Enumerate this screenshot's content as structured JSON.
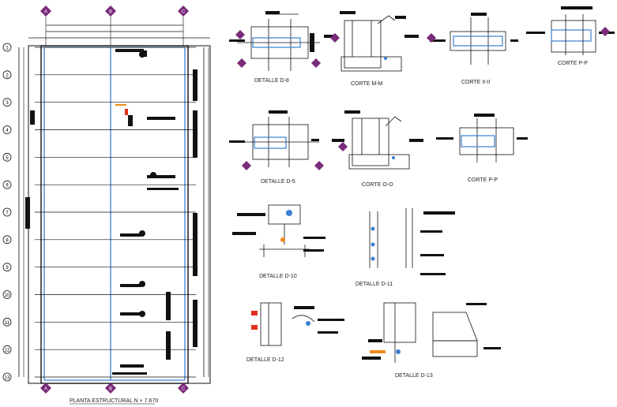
{
  "plan": {
    "title": "PLANTA ESTRUCTURAL N + 7.670",
    "columns_top": [
      "A",
      "B",
      "C"
    ],
    "rows_left": [
      "1",
      "2",
      "3",
      "4",
      "5",
      "6",
      "7",
      "8",
      "9",
      "10",
      "11",
      "12",
      "13"
    ]
  },
  "details": [
    {
      "id": "d1",
      "label": "DETALLE D-8"
    },
    {
      "id": "d2",
      "label": "CORTE M-M"
    },
    {
      "id": "d3",
      "label": "CORTE II-II"
    },
    {
      "id": "d4",
      "label": "CORTE P-P"
    },
    {
      "id": "d5",
      "label": "DETALLE D-5"
    },
    {
      "id": "d6",
      "label": "CORTE O-O"
    },
    {
      "id": "d7",
      "label": "CORTE P-P"
    },
    {
      "id": "d8",
      "label": "DETALLE D-10"
    },
    {
      "id": "d9",
      "label": "DETALLE D-11"
    },
    {
      "id": "d10",
      "label": "DETALLE D-12"
    },
    {
      "id": "d11",
      "label": "DETALLE D-13"
    }
  ],
  "colors": {
    "line": "#111111",
    "plan_blue": "#3a7fd0",
    "accent_red": "#e0301e",
    "accent_orange": "#f08a1c",
    "bubble": "#7a2a7a"
  }
}
